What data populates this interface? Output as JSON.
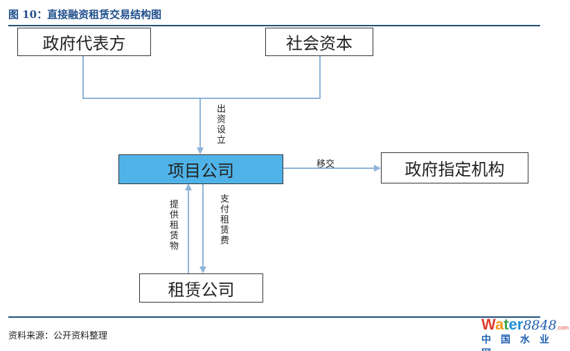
{
  "title": "图 10：直接融资租赁交易结构图",
  "nodes": {
    "gov_rep": "政府代表方",
    "social_capital": "社会资本",
    "project_company": "项目公司",
    "gov_designated": "政府指定机构",
    "leasing_company": "租赁公司"
  },
  "edges": {
    "invest_setup": "出资设立",
    "transfer": "移交",
    "provide_lease": "提供租赁物",
    "pay_rent": "支付租赁费"
  },
  "source": "资料来源：公开资料整理",
  "logo": {
    "brand": "Water8848",
    "suffix": ".com",
    "subtitle": "中国水业网"
  },
  "colors": {
    "accent": "#1f4e79",
    "line": "#8db3d9",
    "project_fill": "#4fb3e8"
  }
}
